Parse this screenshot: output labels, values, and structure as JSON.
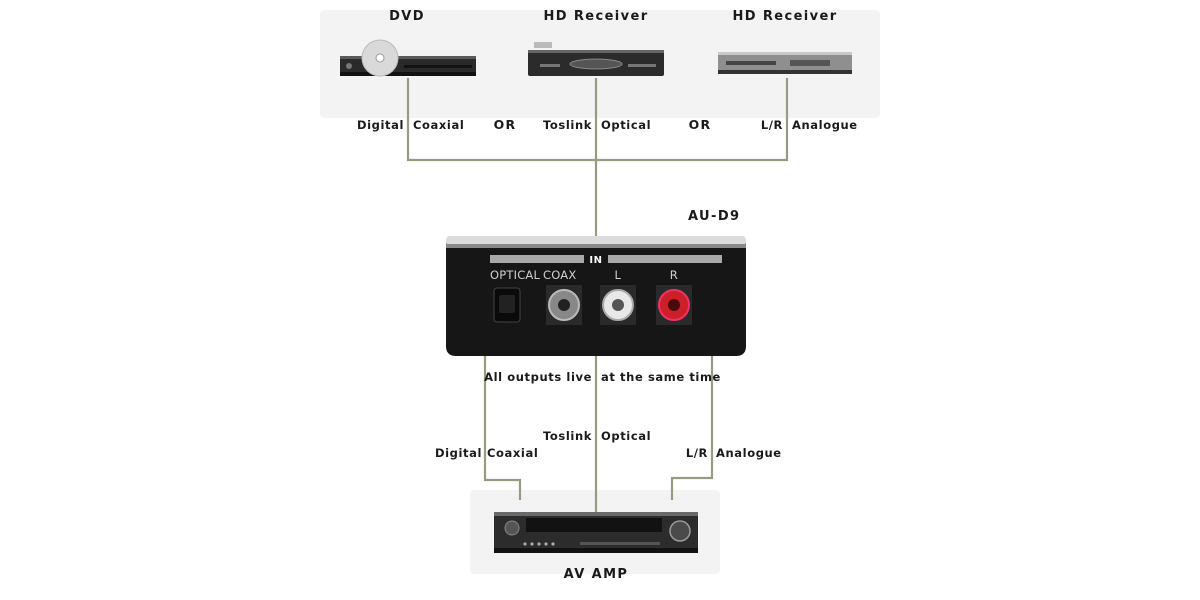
{
  "sources": [
    {
      "title": "DVD",
      "label_left": "Digital",
      "label_right": "Coaxial"
    },
    {
      "title": "HD Receiver",
      "label_left": "Toslink",
      "label_right": "Optical"
    },
    {
      "title": "HD Receiver",
      "label_left": "L/R",
      "label_right": "Analogue"
    }
  ],
  "connectors": [
    "OR",
    "OR"
  ],
  "device": {
    "name": "AU-D9",
    "in_label": "IN",
    "ports": [
      "OPTICAL",
      "COAX",
      "L",
      "R"
    ]
  },
  "outputs": {
    "note_left": "All outputs live",
    "note_right": "at the same time",
    "channels": [
      {
        "left": "Digital",
        "right": "Coaxial"
      },
      {
        "left": "Toslink",
        "right": "Optical"
      },
      {
        "left": "L/R",
        "right": "Analogue"
      }
    ]
  },
  "sink": {
    "title": "AV AMP"
  },
  "colors": {
    "wire": "#9a9a82",
    "port_red": "#cc1f28",
    "device_body": "#161616"
  }
}
